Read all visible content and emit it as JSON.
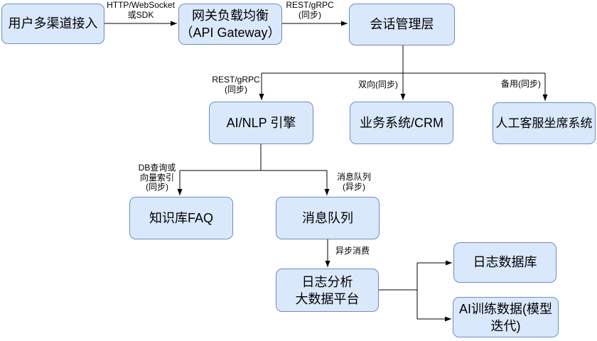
{
  "diagram": {
    "colors": {
      "node_fill": "#dae8fc",
      "node_border": "#6c8ebf",
      "line": "#000000"
    },
    "nodes": {
      "user_access": "用户多渠道接入",
      "gateway": "网关负载均衡\n（API Gateway）",
      "session": "会话管理层",
      "ai_nlp": "AI/NLP 引擎",
      "crm": "业务系统/CRM",
      "agent": "人工客服坐席系统",
      "faq": "知识库FAQ",
      "mq": "消息队列",
      "log_platform": "日志分析\n大数据平台",
      "log_db": "日志数据库",
      "ai_training": "AI训练数据(模型\n迭代)"
    },
    "edge_labels": {
      "http_ws": "HTTP/WebSocket\n或SDK",
      "rest_grpc_top": "REST/gRPC\n(同步)",
      "rest_grpc_ai": "REST/gRPC\n(同步)",
      "bidirectional": "双向(同步)",
      "backup": "备用(同步)",
      "db_query": "DB查询或\n向量索引\n(同步)",
      "mq_async": "消息队列\n(异步)",
      "async_consume": "异步消费"
    }
  }
}
